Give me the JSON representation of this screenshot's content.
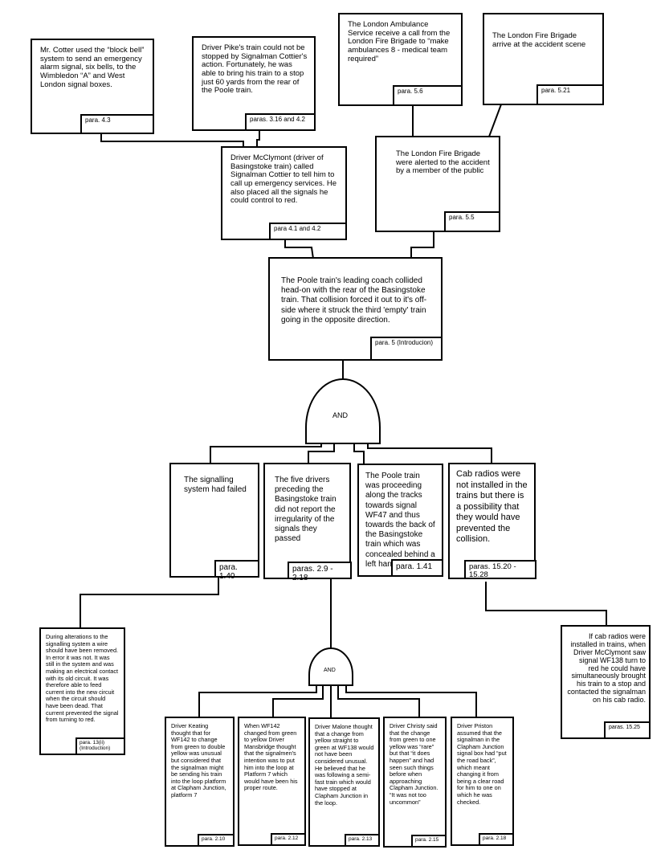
{
  "gates": {
    "top": "AND",
    "bottom": "AND"
  },
  "boxes": {
    "cotter": {
      "text": "Mr. Cotter used the “block bell” system to send an emergency alarm signal, six bells, to the Wimbledon “A” and West London signal boxes.",
      "ref": "para. 4.3"
    },
    "pike": {
      "text": "Driver Pike's train could not be stopped by Signalman Cottier's action. Fortunately, he was able to bring his train to a stop just 60 yards from the rear of the Poole train.",
      "ref": "paras. 3.16 and 4.2"
    },
    "ambulance": {
      "text": "The London Ambulance Service receive a call from the London Fire Brigade to “make ambulances 8 - medical team required”",
      "ref": "para. 5.6"
    },
    "fire_arrive": {
      "text": "The London Fire Brigade arrive at the accident scene",
      "ref": "para. 5.21"
    },
    "mcclymont": {
      "text": "Driver McClymont (driver of Basingstoke train) called Signalman Cottier to tell him to call up emergency services. He also placed all the signals he could control to red.",
      "ref": "para 4.1 and 4.2"
    },
    "fire_alert": {
      "text": "The London Fire Brigade were alerted to the accident by a member of the public",
      "ref": "para. 5.5"
    },
    "collision": {
      "text": "The Poole train's leading coach collided head-on with the rear of the Basingstoke train. That collision forced it out to it's off-side where it struck the third 'empty' train going in the opposite direction.",
      "ref": "para. 5 (Introducion)"
    },
    "signalling": {
      "text": "The signalling system had failed",
      "ref": "para. 1.40"
    },
    "five_drivers": {
      "text": "The five drivers preceding the Basingstoke train did not report the irregularity of the signals they passed",
      "ref": "paras. 2.9 - 2.18"
    },
    "poole_tracks": {
      "text": "The Poole train was proceeding along the tracks towards signal WF47 and thus towards the back of the Basingstoke train which was concealed behind a left hand curve.",
      "ref": "para. 1.41"
    },
    "cab_radios": {
      "text": "Cab radios were not installed in the trains but there is a possibility that they would have prevented the collision.",
      "ref": "paras. 15.20 - 15.28"
    },
    "wire": {
      "text": "During alterations to the signalling system a wire should have been removed. In error it was not. It was still in the system and was making an electrical contact with its old circuit. It was therefore able to feed current into the new circuit when the circuit should have been dead. That current prevented the signal from turning to red.",
      "ref": "para. 13(ii) (Introduction)"
    },
    "cab_if": {
      "text": "If cab radios were installed in trains, when Driver McClymont saw signal WF138 turn to red he could have simultaneously brought his train to a stop and contacted the signalman on his cab radio.",
      "ref": "paras. 15.25"
    },
    "keating": {
      "text": "Driver Keating thought that for WF142 to change from green to double yellow was unusual but considered that the signalman might be sending his train into the loop platform at Clapham Junction, platform 7",
      "ref": "para. 2.10"
    },
    "mansbridge": {
      "text": "When WF142 changed from green to yellow Driver Mansbridge thought that the signalmen's intention was to put him into the loop at Platform 7 which would have been his proper route.",
      "ref": "para. 2.12"
    },
    "malone": {
      "text": "Driver Malone thought that a change from yellow straight to green at WF138 would not have been considered unusual. He believed that he was following a semi-fast train which would have stopped at Clapham Junction in the loop.",
      "ref": "para. 2.13"
    },
    "christy": {
      "text": "Driver Christy said that the change from green to one yellow was “rare” but that “it does happen” and had seen such things before when approaching Clapham Junction. “It was not too uncommon”",
      "ref": "para. 2.15"
    },
    "priston": {
      "text": "Driver Priston assumed that the signalman in the Clapham Junction signal box had “put the road back”, which meant changing it from being a clear road for him to one on which he was checked.",
      "ref": "para. 2.18"
    }
  }
}
